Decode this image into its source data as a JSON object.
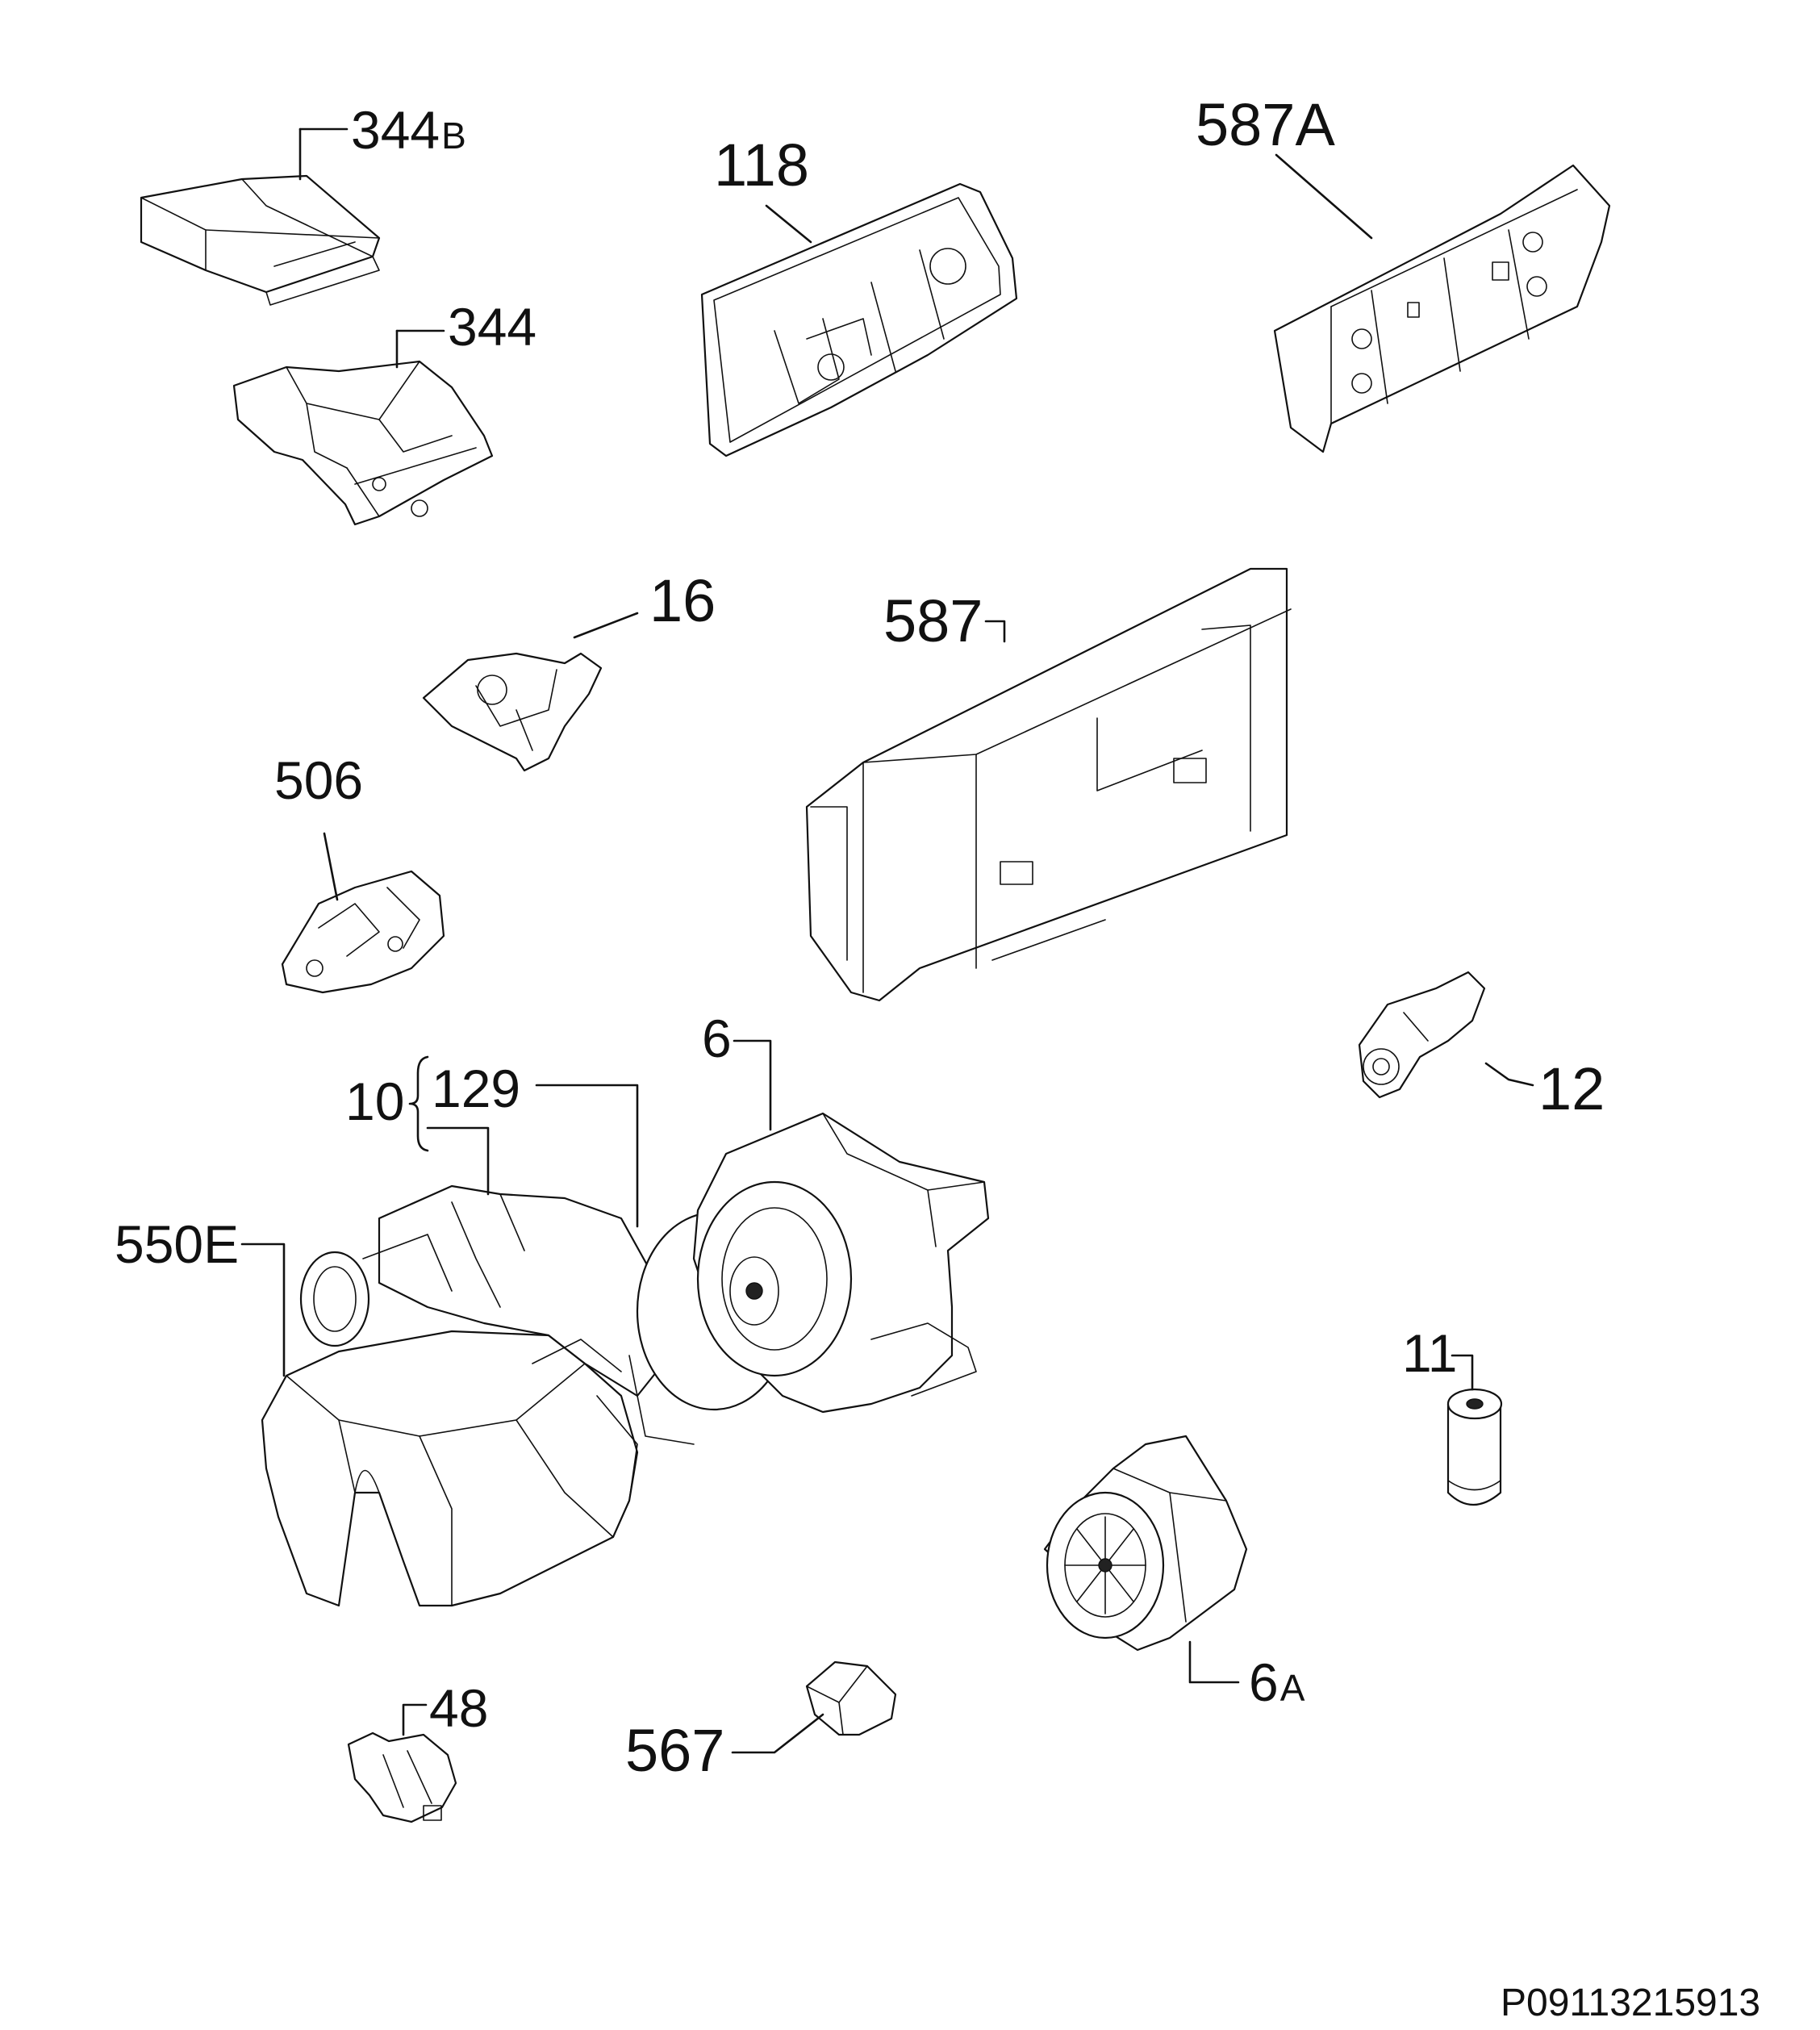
{
  "labels": {
    "p344b": {
      "main": "344",
      "suffix": "B"
    },
    "p344": "344",
    "p118": "118",
    "p587a": "587A",
    "p16": "16",
    "p587": "587",
    "p506": "506",
    "p6": "6",
    "p10": "10",
    "p129": "129",
    "p12": "12",
    "p550e": "550E",
    "p11": "11",
    "p48": "48",
    "p567": "567",
    "p6a": {
      "main": "6",
      "suffix": "A"
    }
  },
  "diagram_code": "P09113215913",
  "colors": {
    "ink": "#111111",
    "background": "#ffffff"
  }
}
